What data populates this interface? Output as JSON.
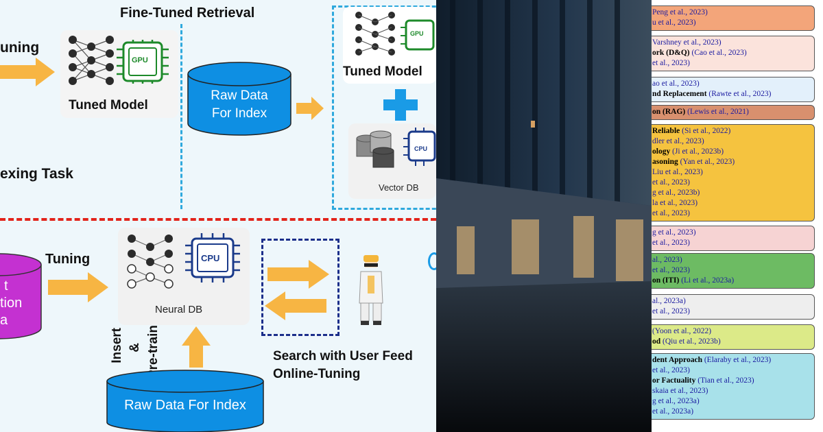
{
  "left": {
    "fine_tuned_title": "Fine-Tuned Retrieval",
    "tuning_top": "uning",
    "tuned_model_label": "Tuned Model",
    "gpu_text": "GPU",
    "raw_data_line1": "Raw Data",
    "raw_data_line2": "For Index",
    "tuned_model_right": "Tuned Model",
    "gpu_text_small": "GPU",
    "cpu_text_small": "CPU",
    "vector_db_label": "Vector DB",
    "indexing_task": "exing Task",
    "tuning_bottom": "Tuning",
    "cpu_text": "CPU",
    "neural_db_label": "Neural DB",
    "magenta_line1": "t",
    "magenta_line2": "tion",
    "magenta_line3": "a",
    "insert_label": "Insert",
    "amp_label": "&",
    "pretrain_label": "Pre-train",
    "raw_data_bottom": "Raw Data For Index",
    "search_line1": "Search with User Feed",
    "search_line2": "Online-Tuning",
    "colors": {
      "arrow": "#f7b543",
      "cyl": "#0e8fe3",
      "cyan_dash": "#2fa9dd",
      "red_dash": "#e2231a",
      "navy_dash": "#1b2e8a",
      "magenta": "#c431d1",
      "plus": "#1a9be6"
    }
  },
  "right": {
    "boxes": [
      {
        "color": "#f3a57a",
        "lines": [
          [
            {
              "t": "Peng et al., 2023)",
              "s": "c"
            }
          ],
          [
            {
              "t": "u et al., 2023)",
              "s": "c"
            }
          ]
        ]
      },
      {
        "color": "#fbe3dc",
        "lines": [
          [
            {
              "t": "Varshney et al., 2023)",
              "s": "c"
            }
          ],
          [
            {
              "t": "ork (D&Q) ",
              "s": "b"
            },
            {
              "t": "(Cao et al., 2023)",
              "s": "c"
            }
          ],
          [
            {
              "t": "et al., 2023)",
              "s": "c"
            }
          ]
        ]
      },
      {
        "color": "#e3f0fb",
        "lines": [
          [
            {
              "t": "ao et al., 2023)",
              "s": "c"
            }
          ],
          [
            {
              "t": "nd Replacement ",
              "s": "b"
            },
            {
              "t": "(Rawte et al., 2023)",
              "s": "c"
            }
          ]
        ]
      },
      {
        "color": "#d8906e",
        "lines": [
          [
            {
              "t": "on (RAG) ",
              "s": "b"
            },
            {
              "t": "(Lewis et al., 2021)",
              "s": "c"
            }
          ]
        ]
      },
      {
        "color": "#f5c33f",
        "lines": [
          [
            {
              "t": "Reliable ",
              "s": "b"
            },
            {
              "t": "(Si et al., 2022)",
              "s": "c"
            }
          ],
          [
            {
              "t": "dler et al., 2023)",
              "s": "c"
            }
          ],
          [
            {
              "t": "ology ",
              "s": "b"
            },
            {
              "t": "(Ji et al., 2023b)",
              "s": "c"
            }
          ],
          [
            {
              "t": "asoning ",
              "s": "b"
            },
            {
              "t": "(Yan et al., 2023)",
              "s": "c"
            }
          ],
          [
            {
              "t": "Liu et al., 2023)",
              "s": "c"
            }
          ],
          [
            {
              "t": "et al., 2023)",
              "s": "c"
            }
          ],
          [
            {
              "t": "g et al., 2023b)",
              "s": "c"
            }
          ],
          [
            {
              "t": "la et al., 2023)",
              "s": "c"
            }
          ],
          [
            {
              "t": "et al., 2023)",
              "s": "c"
            }
          ]
        ]
      },
      {
        "color": "#f6d3d3",
        "lines": [
          [
            {
              "t": "g et al., 2023)",
              "s": "c"
            }
          ],
          [
            {
              "t": "et al., 2023)",
              "s": "c"
            }
          ]
        ]
      },
      {
        "color": "#6dbb63",
        "lines": [
          [
            {
              "t": "al., 2023)",
              "s": "c"
            }
          ],
          [
            {
              "t": "et al., 2023)",
              "s": "c"
            }
          ],
          [
            {
              "t": "on (ITI) ",
              "s": "b"
            },
            {
              "t": "(Li et al., 2023a)",
              "s": "c"
            }
          ]
        ]
      },
      {
        "color": "#eeeeee",
        "lines": [
          [
            {
              "t": "al., 2023a)",
              "s": "c"
            }
          ],
          [
            {
              "t": "et al., 2023)",
              "s": "c"
            }
          ]
        ]
      },
      {
        "color": "#dcea88",
        "lines": [
          [
            {
              "t": "(Yoon et al., 2022)",
              "s": "c"
            }
          ],
          [
            {
              "t": "od ",
              "s": "b"
            },
            {
              "t": "(Qiu et al., 2023b)",
              "s": "c"
            }
          ]
        ]
      },
      {
        "color": "#a8e1ea",
        "lines": [
          [
            {
              "t": "dent Approach ",
              "s": "b"
            },
            {
              "t": "(Elaraby et al., 2023)",
              "s": "c"
            }
          ],
          [
            {
              "t": "et al., 2023)",
              "s": "c"
            }
          ],
          [
            {
              "t": "or Factuality ",
              "s": "b"
            },
            {
              "t": "(Tian et al., 2023)",
              "s": "c"
            }
          ],
          [
            {
              "t": "skaia et al., 2023)",
              "s": "c"
            }
          ],
          [
            {
              "t": "g et al., 2023a)",
              "s": "c"
            }
          ],
          [
            {
              "t": "et al., 2023a)",
              "s": "c"
            }
          ]
        ]
      }
    ]
  }
}
